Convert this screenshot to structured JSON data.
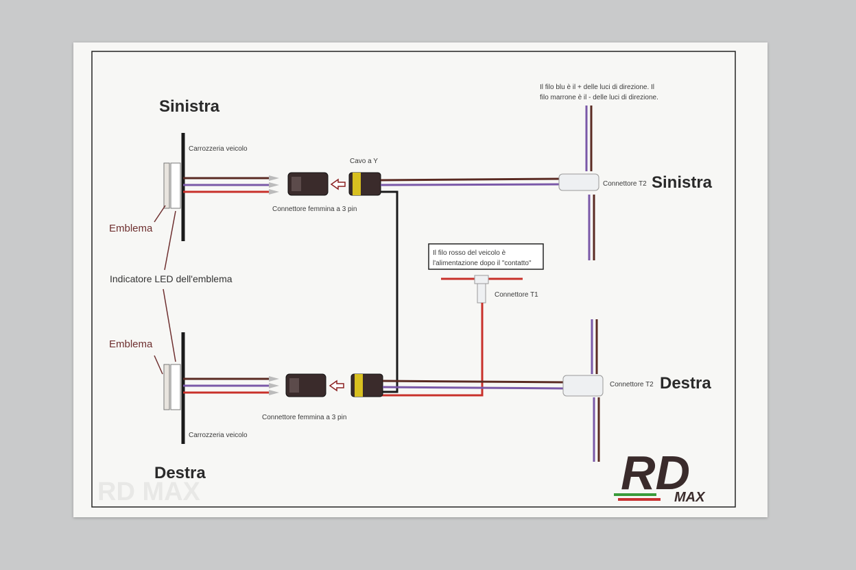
{
  "labels": {
    "top_section": "Sinistra",
    "bottom_section": "Destra",
    "right_top": "Sinistra",
    "right_bottom": "Destra",
    "body_top": "Carrozzeria veicolo",
    "body_bottom": "Carrozzeria veicolo",
    "emblem_top": "Emblema",
    "emblem_bottom": "Emblema",
    "led_indicator": "Indicatore LED dell'emblema",
    "female_conn_top": "Connettore femmina a 3 pin",
    "female_conn_bottom": "Connettore femmina a 3 pin",
    "y_cable": "Cavo a Y",
    "t2_top": "Connettore T2",
    "t2_bottom": "Connettore T2",
    "t1": "Connettore T1",
    "note_top_line1": "Il filo blu è il + delle luci di direzione. Il",
    "note_top_line2": "filo marrone è il - delle luci di direzione.",
    "note_box_line1": "Il filo rosso del veicolo è",
    "note_box_line2": "l'alimentazione dopo il \"contatto\""
  },
  "logo": {
    "text": "RD",
    "subtext": "MAX"
  },
  "watermark": {
    "text": "RD MAX"
  },
  "colors": {
    "wire_red": "#c8302a",
    "wire_brown": "#5a2a22",
    "wire_purple": "#7a58a8",
    "wire_black": "#1a1a1a",
    "connector_yellow": "#d8c020",
    "logo_dark": "#3a2b2b",
    "logo_green": "#3a9a3a",
    "logo_red": "#c83030",
    "accent_label": "#6e2f2f"
  }
}
